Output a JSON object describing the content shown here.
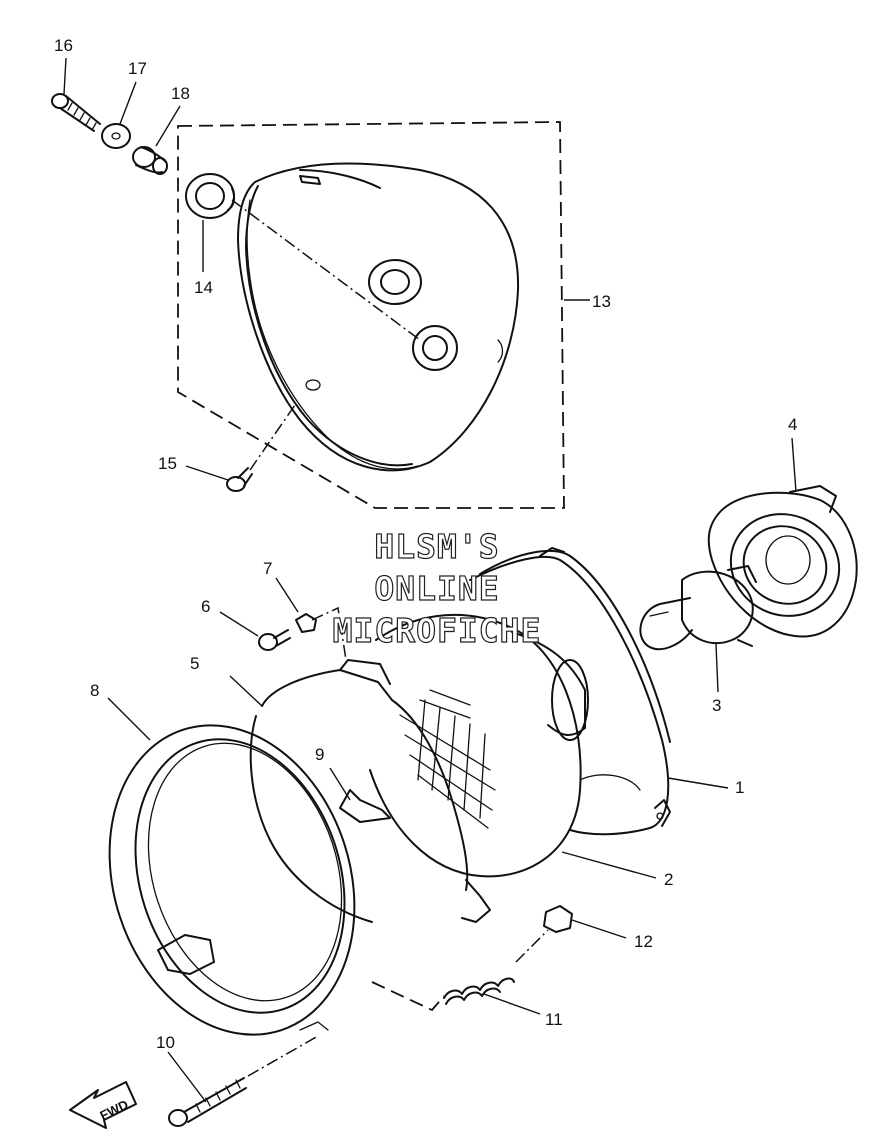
{
  "watermark": {
    "line1": "HLSM'S",
    "line2": "ONLINE",
    "line3": "MICROFICHE"
  },
  "direction_arrow": "FWD",
  "callouts": [
    "1",
    "2",
    "3",
    "4",
    "5",
    "6",
    "7",
    "8",
    "9",
    "10",
    "11",
    "12",
    "13",
    "14",
    "15",
    "16",
    "17",
    "18"
  ]
}
